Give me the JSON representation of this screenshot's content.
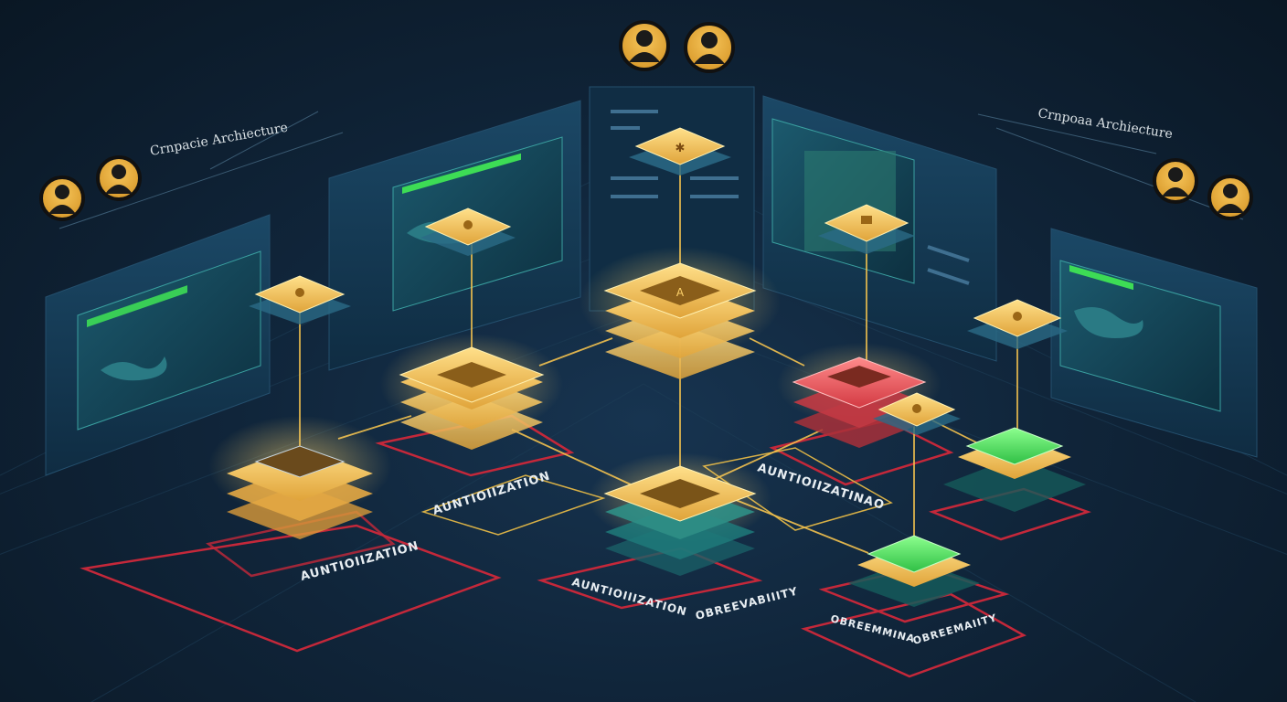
{
  "header": {
    "left_title": "Crnpacie Archiecture",
    "right_title": "Crnpoaa Archiecture"
  },
  "labels": {
    "zone_left": "AUNTIOIIZATION",
    "zone_center": "AUNTIOIIZATION",
    "zone_right": "AUNTIOIIZATINAO",
    "zone_bottom_center": "AUNTIOIIIZATION",
    "zone_bottom_mid": "OBREEVABIIITY",
    "zone_bottom_right_1": "OBREEMMINA",
    "zone_bottom_right_2": "OBREEMAIITY"
  },
  "colors": {
    "gold": "#f2c14e",
    "red": "#e0454e",
    "green": "#3ddc55",
    "teal": "#1f8f86",
    "panel": "#123a55",
    "zone_red": "#c4283a"
  },
  "icons": [
    "user-avatar-icon",
    "map-screen-icon",
    "chip-stack-icon",
    "gear-icon"
  ]
}
